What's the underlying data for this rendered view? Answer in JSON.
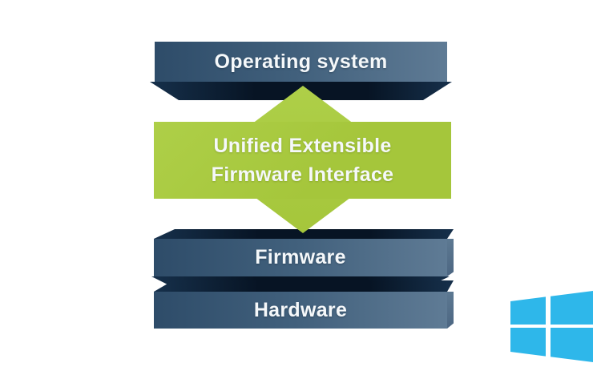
{
  "layers": {
    "os": {
      "label": "Operating system"
    },
    "uefi": {
      "line1": "Unified Extensible",
      "line2": "Firmware Interface"
    },
    "firmware": {
      "label": "Firmware"
    },
    "hardware": {
      "label": "Hardware"
    }
  },
  "icons": {
    "windows_logo": "windows-logo"
  },
  "colors": {
    "background": "#ffffff",
    "slab_face_left": "#2e4c69",
    "slab_face_mid": "#42617d",
    "slab_face_right": "#5f7b95",
    "slab_edge_dark": "#071424",
    "slab_edge_light": "#16304b",
    "uefi_green": "#a5c63b",
    "uefi_green_light": "#aecf48",
    "windows_blue": "#2eb7ea",
    "text": "#f5f8fa"
  }
}
